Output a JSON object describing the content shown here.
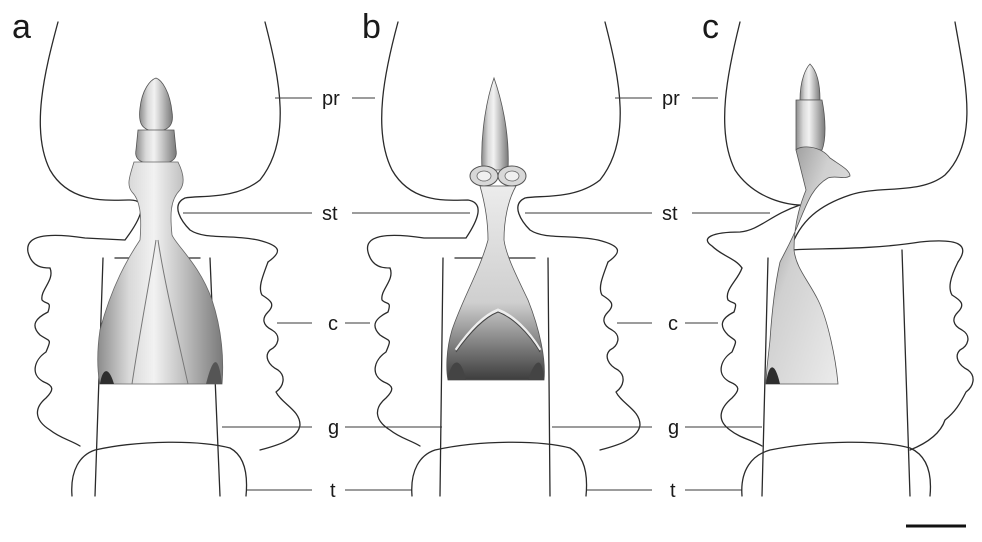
{
  "panels": [
    {
      "letter": "a"
    },
    {
      "letter": "b"
    },
    {
      "letter": "c"
    }
  ],
  "labels": {
    "pr": "pr",
    "st": "st",
    "c": "c",
    "g": "g",
    "t": "t"
  },
  "colors": {
    "line": "#2a2a2a",
    "sclerite_light": "#e6e6e6",
    "sclerite_dark": "#3a3a3a"
  }
}
